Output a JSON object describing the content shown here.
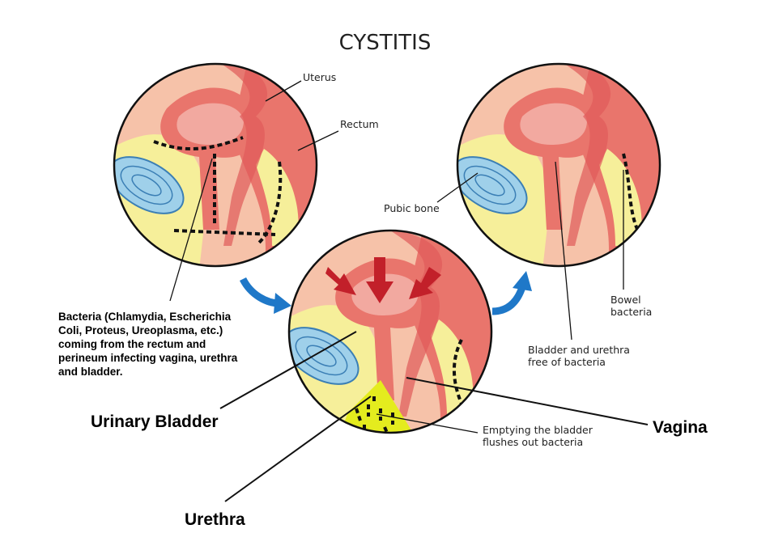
{
  "title": "CYSTITIS",
  "labels": {
    "uterus": "Uterus",
    "rectum": "Rectum",
    "pubic_bone": "Pubic bone",
    "bowel_bacteria": [
      "Bowel",
      "bacteria"
    ],
    "bladder_free": [
      "Bladder and urethra",
      "free of bacteria"
    ],
    "emptying": [
      "Emptying the bladder",
      "flushes out bacteria"
    ],
    "bacteria_desc": [
      "Bacteria (Chlamydia, Escherichia",
      "Coli, Proteus, Ureoplasma, etc.)",
      "coming from the rectum and",
      "perineum infecting vagina, urethra",
      "and bladder."
    ],
    "urinary_bladder": "Urinary Bladder",
    "vagina": "Vagina",
    "urethra": "Urethra"
  },
  "colors": {
    "tissue": "#e9756c",
    "skin": "#f6c2a9",
    "fat": "#f6ef9a",
    "bone": "#9fd0ea",
    "arrow_red": "#c2202a",
    "arrow_blue": "#1f78c8",
    "urine": "#e4ec1e"
  }
}
